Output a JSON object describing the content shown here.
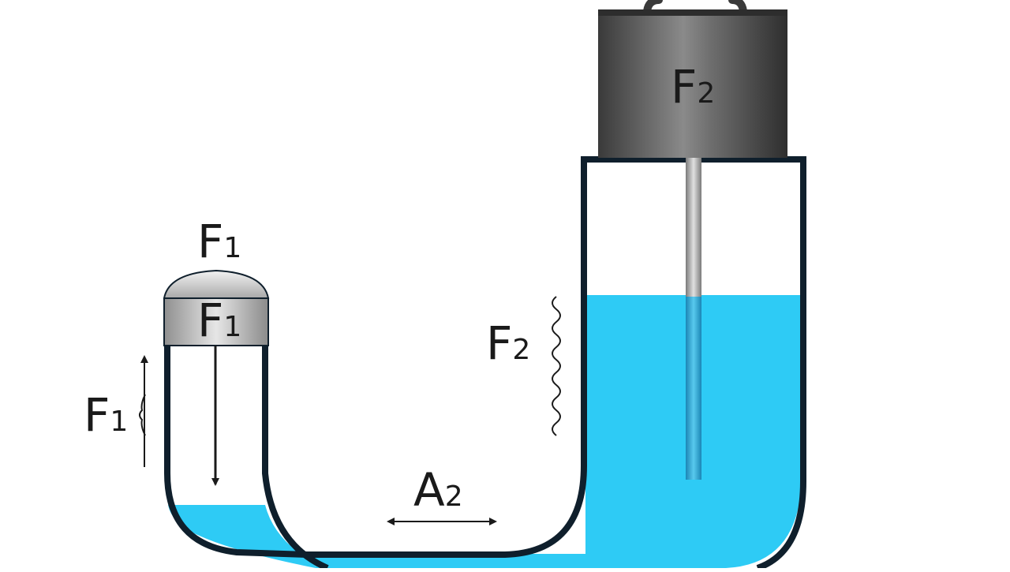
{
  "labels": {
    "weight": {
      "main": "F",
      "sub": "2"
    },
    "small_piston_top": {
      "main": "F",
      "sub": "1"
    },
    "small_piston_body": {
      "main": "F",
      "sub": "1"
    },
    "left_force": {
      "main": "F",
      "sub": "1"
    },
    "right_force": {
      "main": "F",
      "sub": "2"
    },
    "area": {
      "main": "A",
      "sub": "2"
    }
  },
  "colors": {
    "fluid": "#2ecbf5",
    "fluid_dark": "#1aa7d6",
    "vessel_outline": "#0f1f2c",
    "weight_body": "#555555",
    "piston": "#bdbdbd",
    "arrow": "#1a1a1a"
  }
}
